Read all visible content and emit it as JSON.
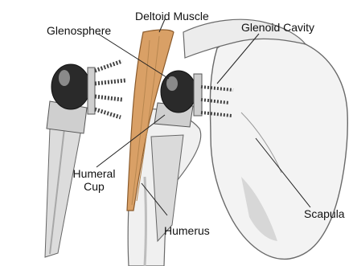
{
  "labels": {
    "glenosphere": "Glenosphere",
    "deltoid_muscle": "Deltoid Muscle",
    "glenoid_cavity": "Glenoid Cavity",
    "humeral_cup_line1": "Humeral",
    "humeral_cup_line2": "Cup",
    "scapula": "Scapula",
    "humerus": "Humerus"
  },
  "colors": {
    "deltoid": "#d9a066",
    "deltoid_stroke": "#8a5a2b",
    "glenosphere": "#2a2a2a",
    "outline": "#555555",
    "bone_fill": "#f1f1f1",
    "implant_fill": "#dcdcdc"
  }
}
